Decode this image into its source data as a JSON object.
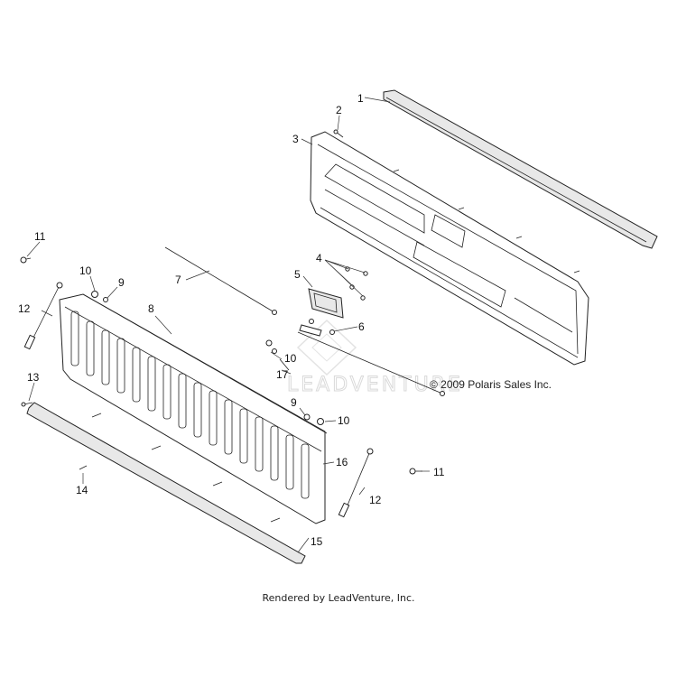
{
  "watermark": "LEADVENTURE",
  "copyright": "© 2009 Polaris Sales Inc.",
  "footer": "Rendered by LeadVenture, Inc.",
  "callouts": {
    "c1": "1",
    "c2": "2",
    "c3": "3",
    "c4": "4",
    "c5": "5",
    "c6": "6",
    "c7": "7",
    "c8": "8",
    "c9a": "9",
    "c9b": "9",
    "c10a": "10",
    "c10b": "10",
    "c10c": "10",
    "c11a": "11",
    "c11b": "11",
    "c12a": "12",
    "c12b": "12",
    "c13": "13",
    "c14": "14",
    "c15": "15",
    "c16": "16",
    "c17": "17"
  }
}
